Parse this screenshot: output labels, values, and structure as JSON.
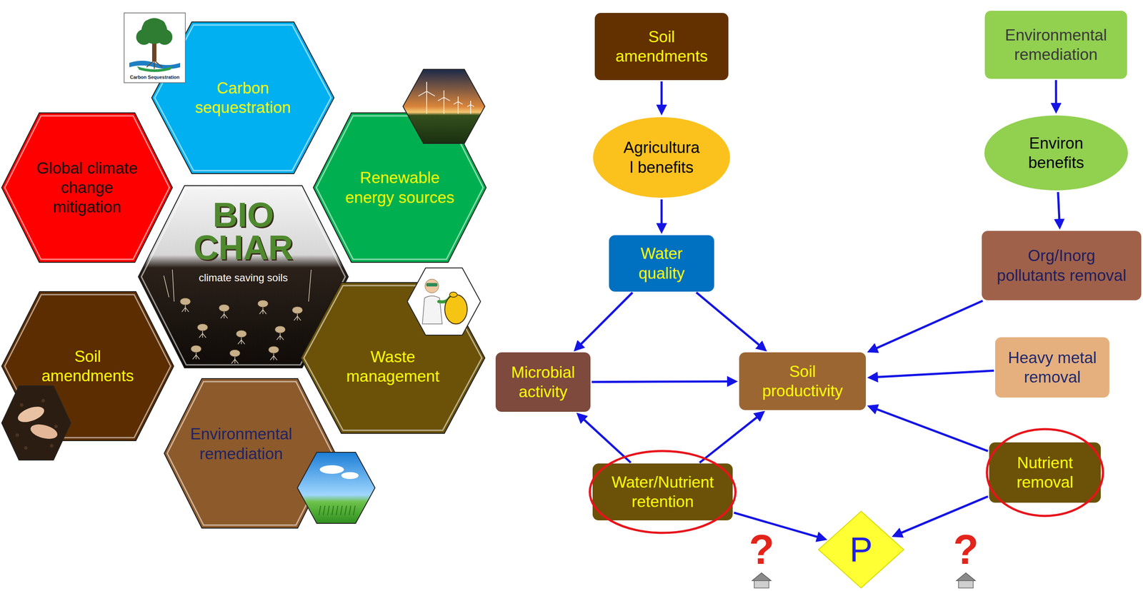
{
  "diagram": {
    "nodes": [
      {
        "text": [
          "Carbon sequestration"
        ]
      },
      {
        "text": [
          "Global climate change mitigation"
        ]
      },
      {
        "text": [
          "Renewable energy sources"
        ]
      },
      {
        "text": [
          "BIO CHAR",
          "climate saving soils"
        ]
      },
      {
        "text": [
          "Soil amendments"
        ]
      },
      {
        "text": [
          "Waste management"
        ]
      },
      {
        "text": [
          "Environmental remediation"
        ]
      },
      {
        "text": [
          "Soil amendments"
        ]
      },
      {
        "text": [
          "Environmental remediation"
        ]
      },
      {
        "text": [
          "Agricultura l benefits"
        ]
      },
      {
        "text": [
          "Environ benefits"
        ]
      },
      {
        "text": [
          "Water quality"
        ]
      },
      {
        "text": [
          "Org/Inorg pollutants removal"
        ]
      },
      {
        "text": [
          "Microbial activity"
        ]
      },
      {
        "text": [
          "Soil productivity"
        ]
      },
      {
        "text": [
          "Heavy metal removal"
        ]
      },
      {
        "text": [
          "Water/Nutrient retention"
        ]
      },
      {
        "text": [
          "Nutrient removal"
        ]
      },
      {
        "text": [
          "P"
        ]
      }
    ],
    "edges": [
      {
        "from": 7,
        "to": 9,
        "arrow": "to"
      },
      {
        "from": 9,
        "to": 11,
        "arrow": "to"
      },
      {
        "from": 8,
        "to": 10,
        "arrow": "to"
      },
      {
        "from": 10,
        "to": 12,
        "arrow": "to"
      },
      {
        "from": 11,
        "to": 13,
        "arrow": "to"
      },
      {
        "from": 11,
        "to": 14,
        "arrow": "to"
      },
      {
        "from": 13,
        "to": 14,
        "arrow": "to"
      },
      {
        "from": 16,
        "to": 13,
        "arrow": "to"
      },
      {
        "from": 16,
        "to": 14,
        "arrow": "to"
      },
      {
        "from": 12,
        "to": 14,
        "arrow": "to"
      },
      {
        "from": 15,
        "to": 14,
        "arrow": "to"
      },
      {
        "from": 17,
        "to": 14,
        "arrow": "to"
      },
      {
        "from": 16,
        "to": 18,
        "arrow": "to"
      },
      {
        "from": 17,
        "to": 18,
        "arrow": "to"
      }
    ],
    "labels": [
      "Carbon Sequestration",
      "?",
      "?"
    ]
  }
}
